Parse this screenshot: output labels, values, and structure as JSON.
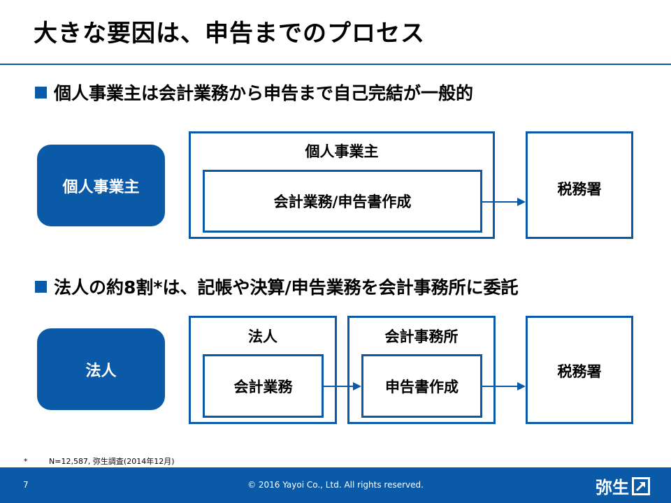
{
  "title": "大きな要因は、申告までのプロセス",
  "section1": {
    "bullet": "個人事業主は会計業務から申告まで自己完結が一般的",
    "actor": "個人事業主",
    "group_label": "個人事業主",
    "task": "会計業務/申告書作成",
    "destination": "税務署"
  },
  "section2": {
    "bullet": "法人の約8割*は、記帳や決算/申告業務を会計事務所に委託",
    "actor": "法人",
    "group1_label": "法人",
    "task1": "会計業務",
    "group2_label": "会計事務所",
    "task2": "申告書作成",
    "destination": "税務署"
  },
  "footnote": {
    "mark": "*",
    "text": "N=12,587, 弥生調査(2014年12月)"
  },
  "footer": {
    "page_number": "7",
    "copyright": "© 2016 Yayoi Co., Ltd.   All rights reserved.",
    "logo_text": "弥生"
  },
  "colors": {
    "accent": "#0b5aa8"
  }
}
